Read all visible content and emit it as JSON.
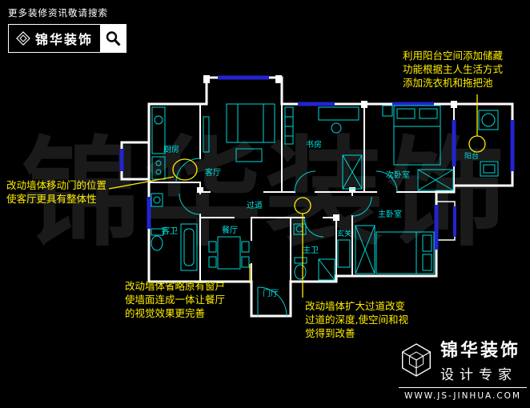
{
  "header": {
    "search_hint": "更多装修资讯敬请搜索",
    "brand": "锦华装饰"
  },
  "annotations": {
    "balcony": {
      "lines": [
        "利用阳台空间添加储藏",
        "功能根据主人生活方式",
        "添加洗衣机和拖把池"
      ]
    },
    "living": {
      "lines": [
        "改动墙体移动门的位置",
        "使客厅更具有整体性"
      ]
    },
    "dining": {
      "lines": [
        "改动墙体省略原有窗户",
        "使墙面连成一体让餐厅",
        "的视觉效果更完善"
      ]
    },
    "corridor": {
      "lines": [
        "改动墙体扩大过道改变",
        "过道的深度,使空间和视",
        "觉得到改善"
      ]
    }
  },
  "rooms": {
    "kitchen": "厨房",
    "living": "客厅",
    "study": "书房",
    "second_bedroom": "次卧室",
    "balcony": "阳台",
    "corridor": "过道",
    "guest_bath": "客卫",
    "dining": "餐厅",
    "master_bath": "主卫",
    "foyer": "玄关",
    "master_bedroom": "主卧室",
    "entry_hall": "门厅"
  },
  "footer": {
    "brand": "锦华装饰",
    "tagline": "设计专家",
    "website": "WWW.JS-JINHUA.COM"
  },
  "watermark": "锦华装饰",
  "colors": {
    "wall": "#ffffff",
    "furniture": "#00d8d8",
    "room_label": "#00e0e0",
    "window": "#2323d0",
    "highlight": "#ffee00"
  }
}
